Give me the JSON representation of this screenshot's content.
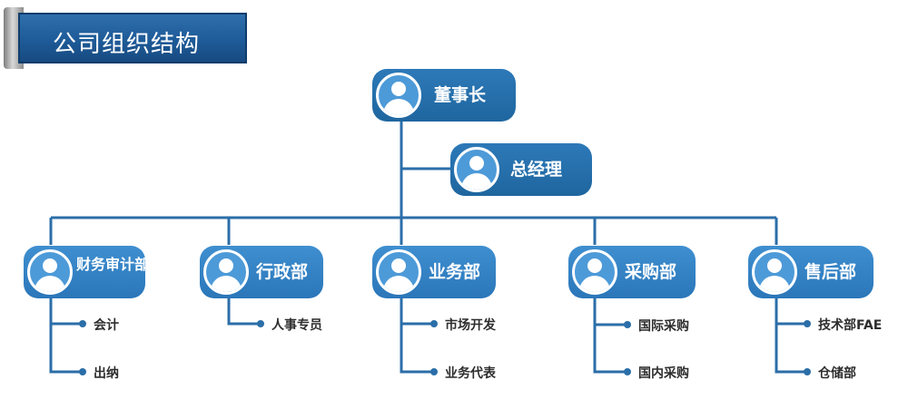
{
  "title": "公司组织结构",
  "chairman": "董事长",
  "gm": "总经理",
  "departments": [
    {
      "name": "财务审计部",
      "items": [
        "会计",
        "出纳"
      ]
    },
    {
      "name": "行政部",
      "items": [
        "人事专员"
      ]
    },
    {
      "name": "业务部",
      "items": [
        "市场开发",
        "业务代表"
      ]
    },
    {
      "name": "采购部",
      "items": [
        "国际采购",
        "国内采购"
      ]
    },
    {
      "name": "售后部",
      "items": [
        "技术部FAE",
        "仓储部"
      ]
    }
  ],
  "colors": {
    "line": "#2b6ea8",
    "node": "#2f80c4",
    "title_bg": "#1e5b98"
  }
}
